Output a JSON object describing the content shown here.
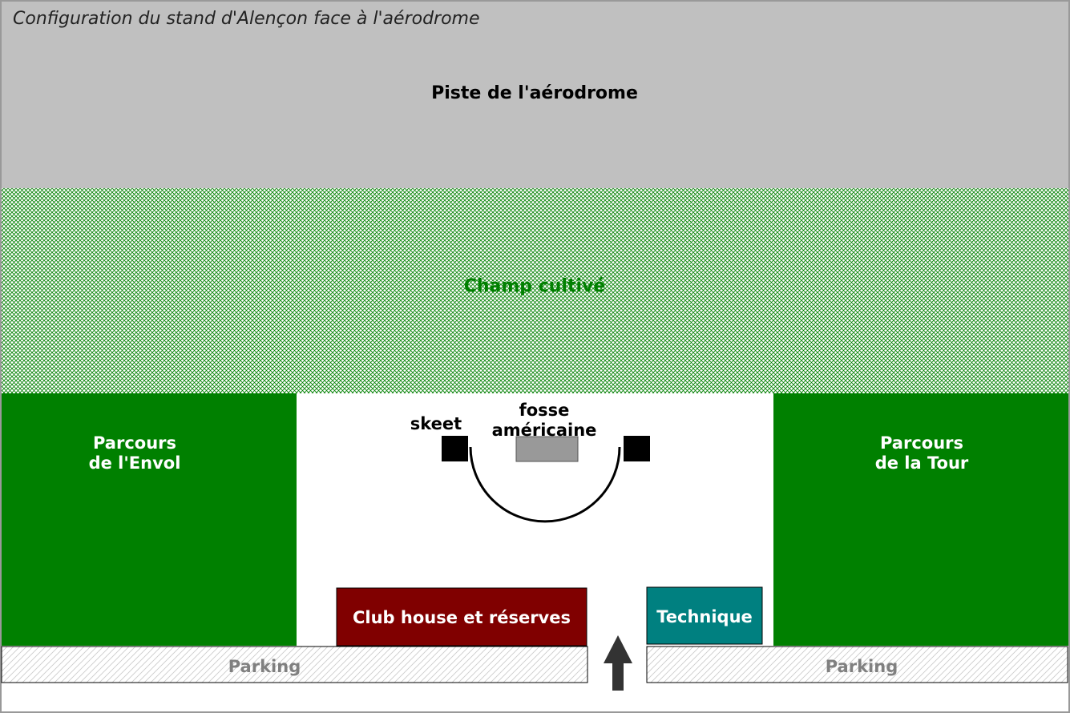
{
  "caption": "Configuration du stand d'Alençon face à l'aérodrome",
  "runway": {
    "label": "Piste de l'aérodrome"
  },
  "field": {
    "label": "Champ cultivé"
  },
  "course_left": {
    "line1": "Parcours",
    "line2": "de l'Envol"
  },
  "course_right": {
    "line1": "Parcours",
    "line2": "de la Tour"
  },
  "skeet": {
    "label": "skeet"
  },
  "trap": {
    "line1": "fosse",
    "line2": "américaine"
  },
  "clubhouse": {
    "label": "Club house et réserves"
  },
  "technique": {
    "label": "Technique"
  },
  "parking_left": {
    "label": "Parking"
  },
  "parking_right": {
    "label": "Parking"
  },
  "colors": {
    "runway": "#c0c0c0",
    "field_hatch": "#008000",
    "course": "#008000",
    "clubhouse": "#800000",
    "technique": "#008080",
    "trap_house": "#999999",
    "parking_text": "#808080"
  }
}
